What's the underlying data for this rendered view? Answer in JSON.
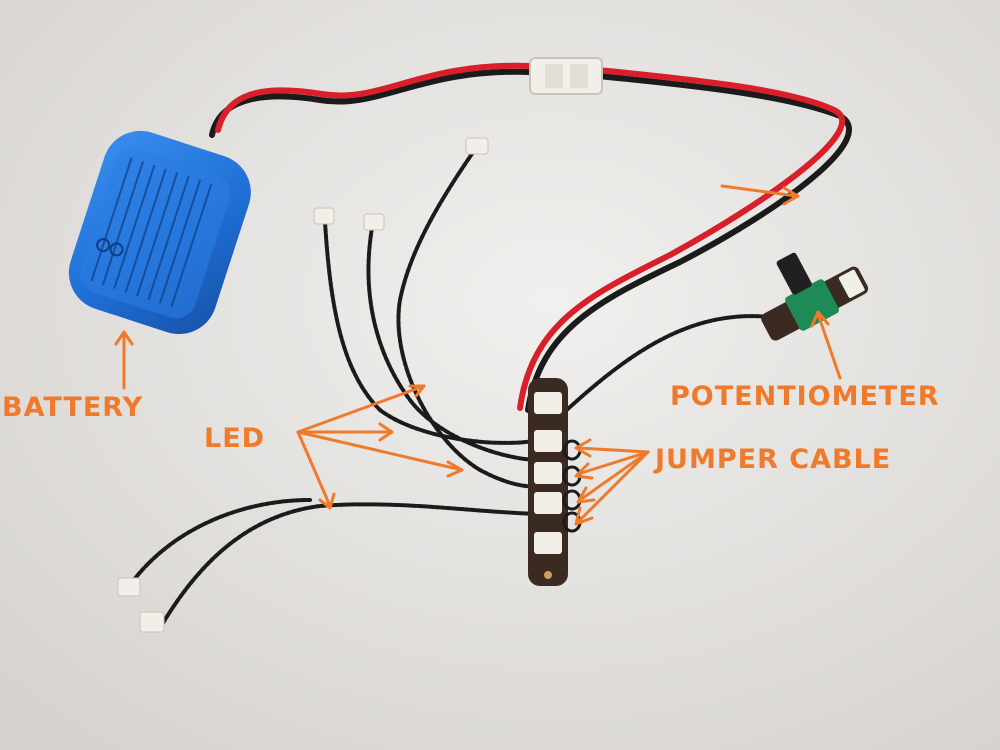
{
  "annotation_color": "#f07a2b",
  "labels": {
    "battery": "BATTERY",
    "led": "LED",
    "potentiometer": "POTENTIOMETER",
    "jumper_cable": "JUMPER CABLE"
  },
  "colors": {
    "background": "#e6e4e2",
    "battery_body": "#1f6fd6",
    "wire_red": "#d81f2a",
    "wire_black": "#1b1b1b",
    "board": "#3a2a22",
    "connector": "#f2efe9",
    "pot_body": "#1e8a55"
  }
}
